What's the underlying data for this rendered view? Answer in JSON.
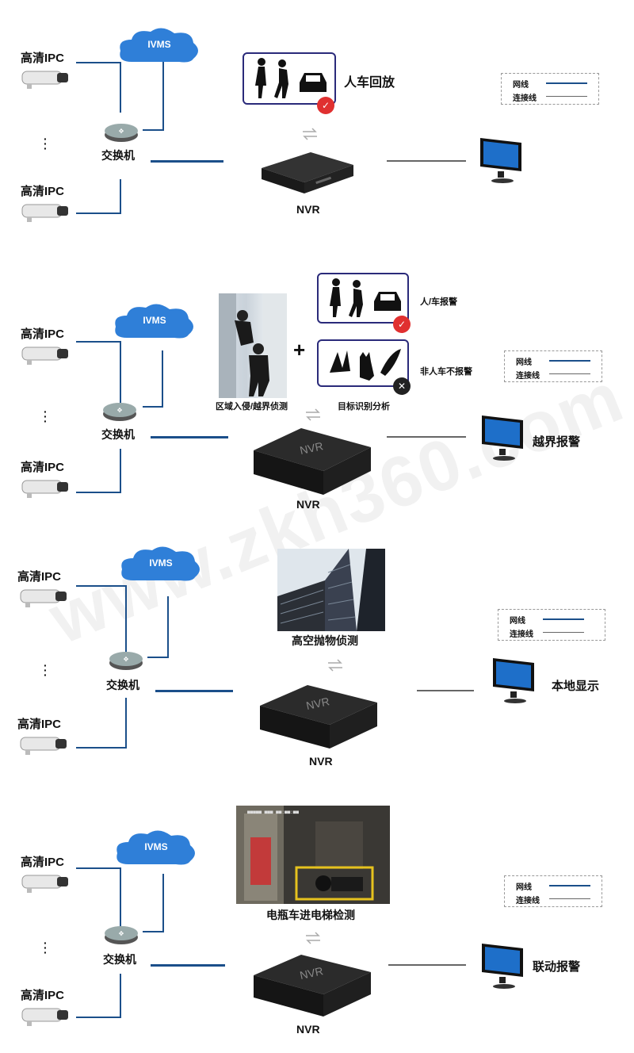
{
  "panels": [
    {
      "cloud": "IVMS",
      "camera_top": "高清IPC",
      "camera_bottom": "高清IPC",
      "switch": "交换机",
      "nvr": "NVR",
      "feature": "人车回放",
      "legend": {
        "network": "网线",
        "connect": "连接线"
      }
    },
    {
      "cloud": "IVMS",
      "camera_top": "高清IPC",
      "camera_bottom": "高清IPC",
      "switch": "交换机",
      "nvr": "NVR",
      "nvr_box": "NVR",
      "plus": "+",
      "photo_caption": "区域入侵/越界侦测",
      "card1": "人/车报警",
      "card2": "非人车不报警",
      "card_caption": "目标识别分析",
      "monitor": "越界报警",
      "legend": {
        "network": "网线",
        "connect": "连接线"
      }
    },
    {
      "cloud": "IVMS",
      "camera_top": "高清IPC",
      "camera_bottom": "高清IPC",
      "switch": "交换机",
      "nvr": "NVR",
      "nvr_box": "NVR",
      "photo_caption": "高空抛物侦测",
      "monitor": "本地显示",
      "legend": {
        "network": "网线",
        "connect": "连接线"
      }
    },
    {
      "cloud": "IVMS",
      "camera_top": "高清IPC",
      "camera_bottom": "高清IPC",
      "switch": "交换机",
      "nvr": "NVR",
      "nvr_box": "NVR",
      "photo_caption": "电瓶车进电梯检测",
      "monitor": "联动报警",
      "legend": {
        "network": "网线",
        "connect": "连接线"
      }
    }
  ],
  "watermark": "www.zkh360.com",
  "colors": {
    "network": "#1b4f8a",
    "connect": "#666666",
    "cloud": "#2f7fd8",
    "check": "#e03030",
    "cross": "#222222"
  }
}
